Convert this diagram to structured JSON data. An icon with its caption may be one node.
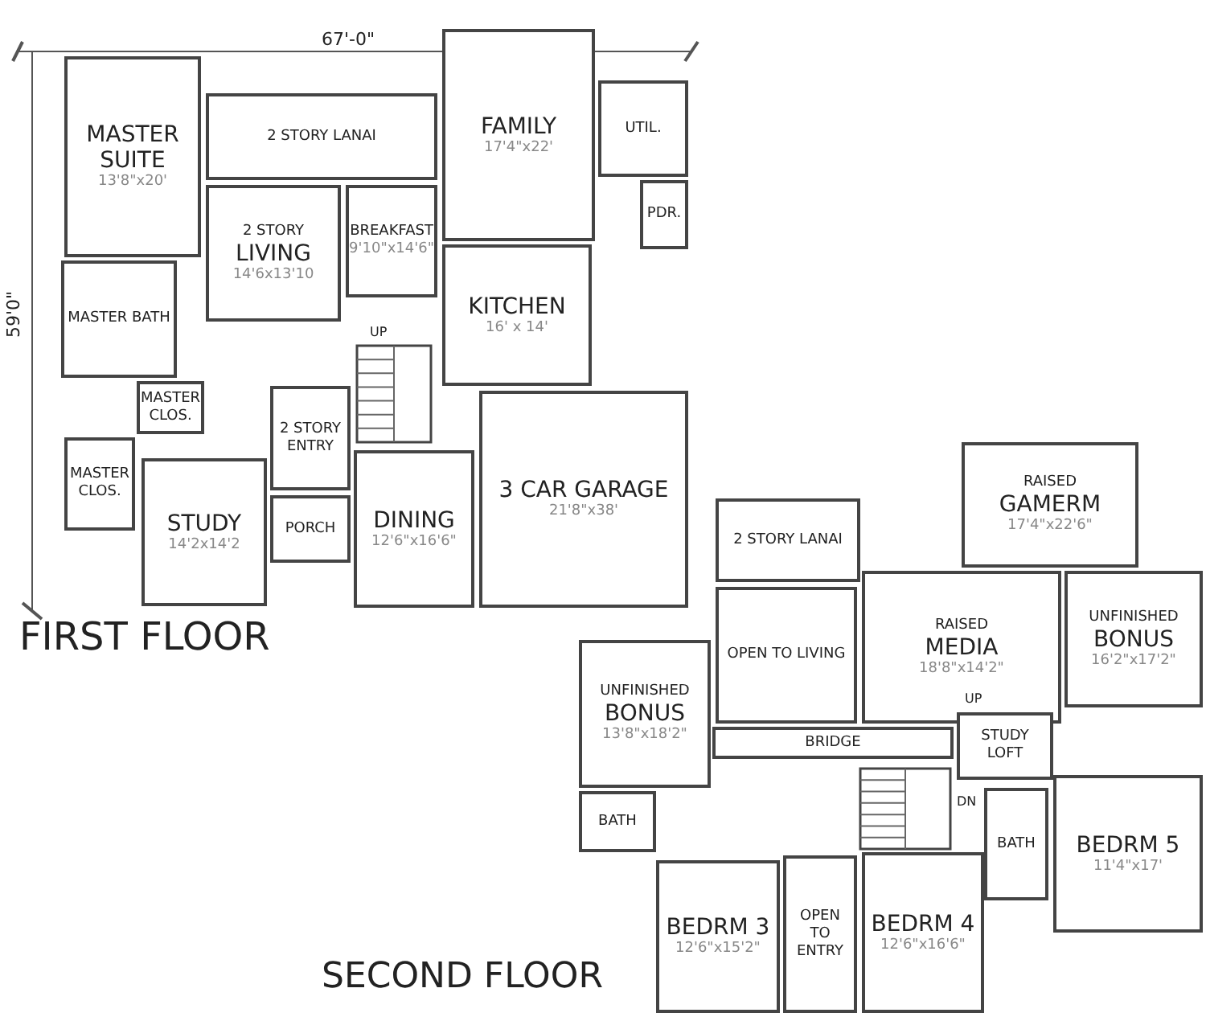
{
  "diagram": {
    "nodes": [
      {
        "text": [
          "MASTER SUITE",
          "13'8\"x20'"
        ]
      },
      {
        "text": [
          "2 STORY LANAI"
        ]
      },
      {
        "text": [
          "FAMILY",
          "17'4\"x22'"
        ]
      },
      {
        "text": [
          "UTIL."
        ]
      },
      {
        "text": [
          "PDR."
        ]
      },
      {
        "text": [
          "2 STORY",
          "LIVING",
          "14'6x13'10"
        ]
      },
      {
        "text": [
          "BREAKFAST",
          "9'10\"x14'6\""
        ]
      },
      {
        "text": [
          "KITCHEN",
          "16' x 14'"
        ]
      },
      {
        "text": [
          "MASTER BATH"
        ]
      },
      {
        "text": [
          "MASTER CLOS."
        ]
      },
      {
        "text": [
          "MASTER CLOS."
        ]
      },
      {
        "text": [
          "STUDY",
          "14'2x14'2"
        ]
      },
      {
        "text": [
          "2 STORY ENTRY"
        ]
      },
      {
        "text": [
          "PORCH"
        ]
      },
      {
        "text": [
          "DINING",
          "12'6\"x16'6\""
        ]
      },
      {
        "text": [
          "3 CAR GARAGE",
          "21'8\"x38'"
        ]
      },
      {
        "text": [
          "2 STORY LANAI"
        ]
      },
      {
        "text": [
          "RAISED",
          "GAMERM",
          "17'4\"x22'6\""
        ]
      },
      {
        "text": [
          "OPEN TO LIVING"
        ]
      },
      {
        "text": [
          "RAISED",
          "MEDIA",
          "18'8\"x14'2\""
        ]
      },
      {
        "text": [
          "UNFINISHED",
          "BONUS",
          "16'2\"x17'2\""
        ]
      },
      {
        "text": [
          "UNFINISHED",
          "BONUS",
          "13'8\"x18'2\""
        ]
      },
      {
        "text": [
          "BRIDGE"
        ]
      },
      {
        "text": [
          "STUDY LOFT"
        ]
      },
      {
        "text": [
          "BATH"
        ]
      },
      {
        "text": [
          "OPEN TO ENTRY"
        ]
      },
      {
        "text": [
          "BEDRM 3",
          "12'6\"x15'2\""
        ]
      },
      {
        "text": [
          "BEDRM 4",
          "12'6\"x16'6\""
        ]
      },
      {
        "text": [
          "BATH"
        ]
      },
      {
        "text": [
          "BEDRM 5",
          "11'4\"x17'"
        ]
      }
    ],
    "labels": [
      "67'-0\"",
      "59'0\"",
      "UP",
      "UP",
      "DN",
      "FIRST FLOOR",
      "SECOND FLOOR"
    ]
  }
}
